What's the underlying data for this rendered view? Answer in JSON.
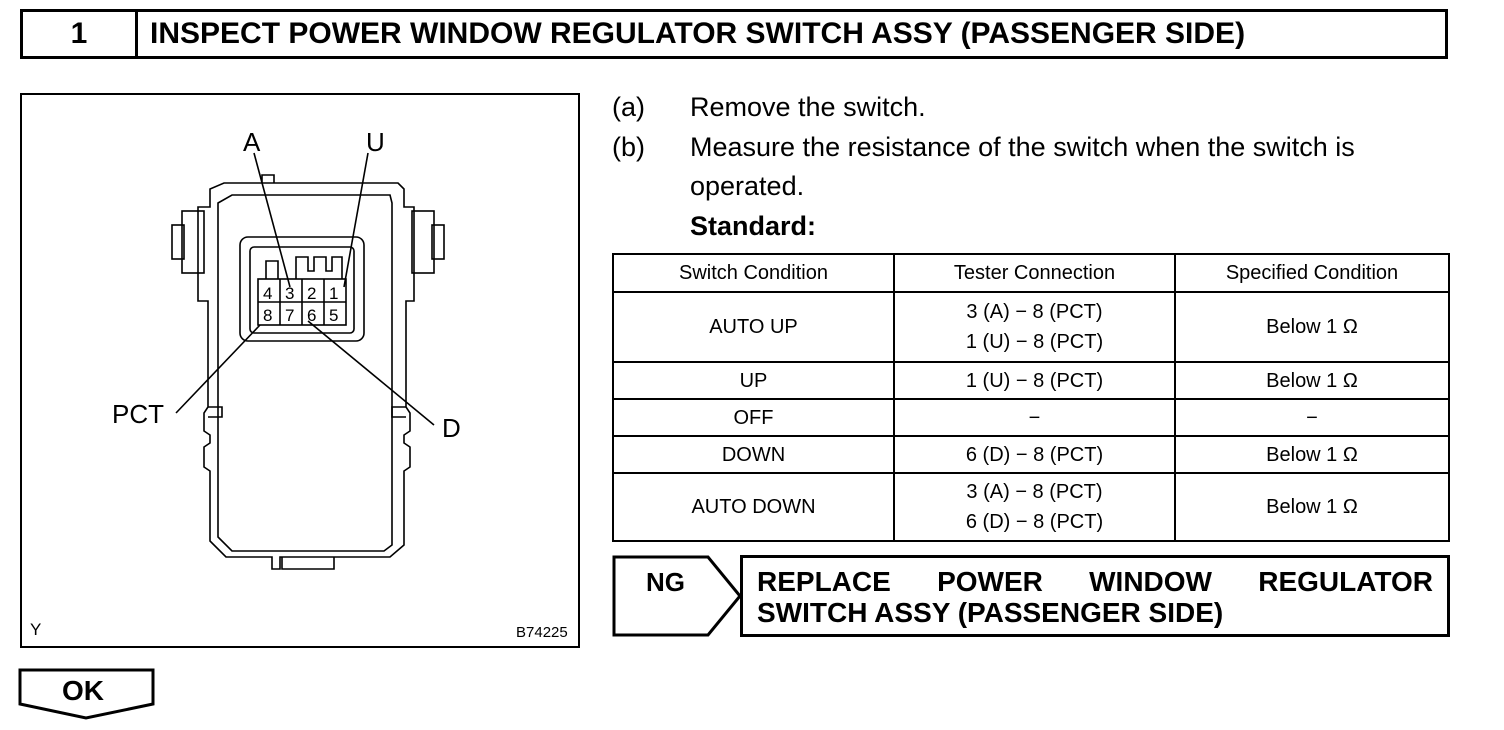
{
  "header": {
    "number": "1",
    "title": "INSPECT POWER WINDOW REGULATOR SWITCH ASSY (PASSENGER SIDE)"
  },
  "illustration": {
    "labels": {
      "a": "A",
      "u": "U",
      "pct": "PCT",
      "d": "D",
      "corner": "Y",
      "code": "B74225"
    },
    "pins_top": [
      "4",
      "3",
      "2",
      "1"
    ],
    "pins_bottom": [
      "8",
      "7",
      "6",
      "5"
    ]
  },
  "steps": [
    {
      "key": "(a)",
      "text": "Remove the switch."
    },
    {
      "key": "(b)",
      "text_line1": "Measure the resistance of the switch when the switch is",
      "text_line2": "operated."
    }
  ],
  "standard_label": "Standard:",
  "table": {
    "headers": [
      "Switch Condition",
      "Tester Connection",
      "Specified Condition"
    ],
    "rows": [
      {
        "condition": "AUTO UP",
        "connection": [
          "3 (A) − 8 (PCT)",
          "1 (U) − 8 (PCT)"
        ],
        "spec": "Below 1 Ω"
      },
      {
        "condition": "UP",
        "connection": [
          "1 (U) − 8 (PCT)"
        ],
        "spec": "Below 1 Ω"
      },
      {
        "condition": "OFF",
        "connection": [
          "−"
        ],
        "spec": "−"
      },
      {
        "condition": "DOWN",
        "connection": [
          "6 (D) − 8 (PCT)"
        ],
        "spec": "Below 1 Ω"
      },
      {
        "condition": "AUTO DOWN",
        "connection": [
          "3 (A) − 8 (PCT)",
          "6 (D) − 8 (PCT)"
        ],
        "spec": "Below 1 Ω"
      }
    ]
  },
  "ng": {
    "label": "NG",
    "line1_words": [
      "REPLACE",
      "POWER",
      "WINDOW",
      "REGULATOR"
    ],
    "line2": "SWITCH ASSY (PASSENGER SIDE)"
  },
  "ok": {
    "label": "OK"
  }
}
